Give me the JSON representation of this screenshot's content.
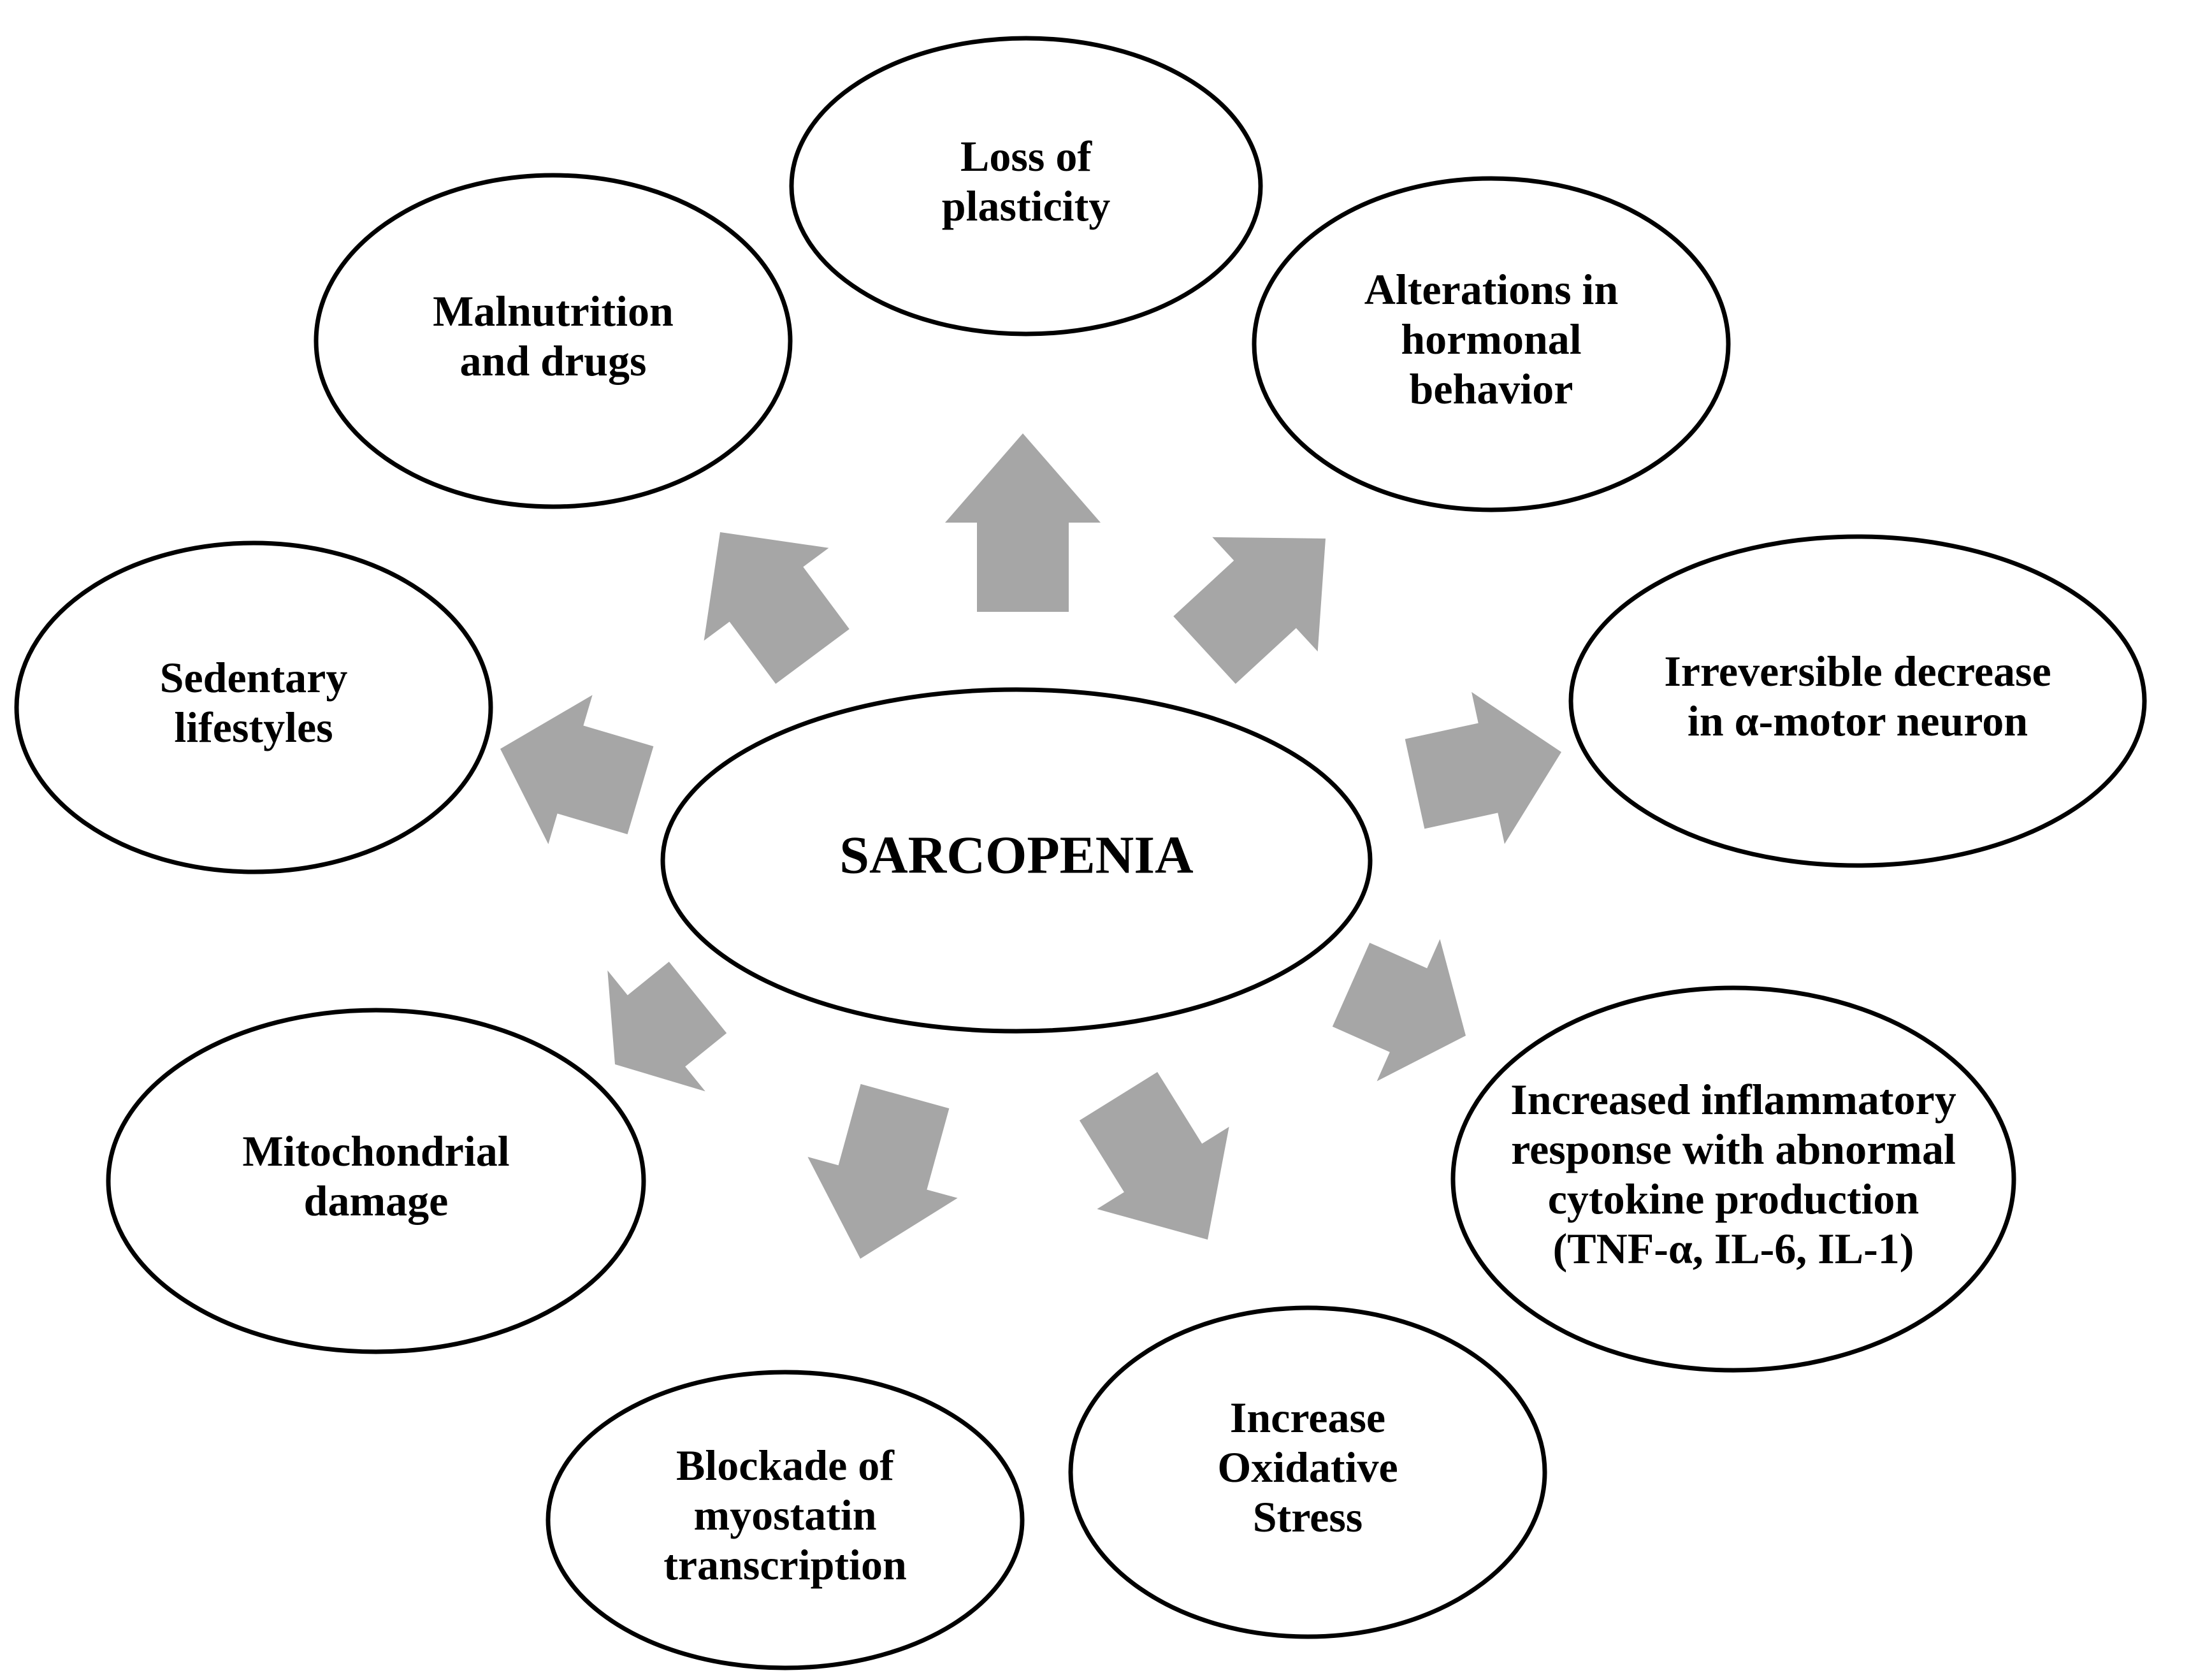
{
  "diagram": {
    "center": {
      "lines": [
        "SARCOPENIA"
      ]
    },
    "factors": [
      {
        "id": "loss-of-plasticity",
        "lines": [
          "Loss of",
          "plasticity"
        ]
      },
      {
        "id": "hormonal-behavior",
        "lines": [
          "Alterations in",
          "hormonal",
          "behavior"
        ]
      },
      {
        "id": "motor-neuron",
        "lines": [
          "Irreversible decrease",
          "in α-motor neuron"
        ]
      },
      {
        "id": "inflammatory-response",
        "lines": [
          "Increased inflammatory",
          "response with abnormal",
          "cytokine production",
          "(TNF-α, IL-6, IL-1)"
        ]
      },
      {
        "id": "oxidative-stress",
        "lines": [
          "Increase",
          "Oxidative",
          "Stress"
        ]
      },
      {
        "id": "myostatin",
        "lines": [
          "Blockade of",
          "myostatin",
          "transcription"
        ]
      },
      {
        "id": "mitochondrial-damage",
        "lines": [
          "Mitochondrial",
          "damage"
        ]
      },
      {
        "id": "sedentary-lifestyles",
        "lines": [
          "Sedentary",
          "lifestyles"
        ]
      },
      {
        "id": "malnutrition",
        "lines": [
          "Malnutrition",
          "and drugs"
        ]
      }
    ],
    "colors": {
      "arrow": "#a6a6a6",
      "ellipse_stroke": "#000000",
      "ellipse_fill": "#ffffff",
      "text": "#000000"
    }
  }
}
